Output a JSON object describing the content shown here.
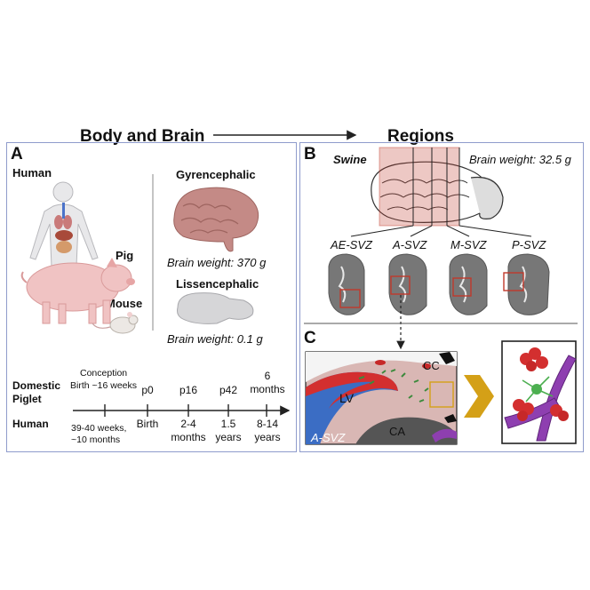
{
  "headers": {
    "left": "Body and Brain",
    "right": "Regions"
  },
  "panel_a": {
    "letter": "A",
    "organisms": {
      "human": "Human",
      "pig": "Pig",
      "mouse": "Mouse"
    },
    "gyrencephalic": {
      "label": "Gyrencephalic",
      "weight": "Brain weight: 370 g"
    },
    "lissencephalic": {
      "label": "Lissencephalic",
      "weight": "Brain weight: 0.1 g"
    },
    "timeline": {
      "row_piglet_label": "Domestic Piglet",
      "row_human_label": "Human",
      "conception": "Conception",
      "birth_16_weeks": "Birth ~16 weeks",
      "human_gestation": "39-40 weeks, ~10 months",
      "points": [
        {
          "pig": "p0",
          "human": "Birth"
        },
        {
          "pig": "p16",
          "human": "2-4 months"
        },
        {
          "pig": "p42",
          "human": "1.5 years"
        },
        {
          "pig": "6 months",
          "human": "8-14 years"
        }
      ]
    }
  },
  "panel_b": {
    "letter": "B",
    "species": "Swine",
    "weight": "Brain weight: 32.5 g",
    "sections": [
      "AE-SVZ",
      "A-SVZ",
      "M-SVZ",
      "P-SVZ"
    ]
  },
  "panel_c": {
    "letter": "C",
    "labels": {
      "lv": "LV",
      "cc": "CC",
      "ca": "CA",
      "region": "A-SVZ"
    }
  },
  "colors": {
    "panel_border": "#8f9ccc",
    "brain_pink": "#c48a86",
    "highlight_red": "#c0392b",
    "ventricle_blue": "#3b6dc4",
    "vessel_purple": "#8e3fb0",
    "chevron_gold": "#d4a017"
  }
}
